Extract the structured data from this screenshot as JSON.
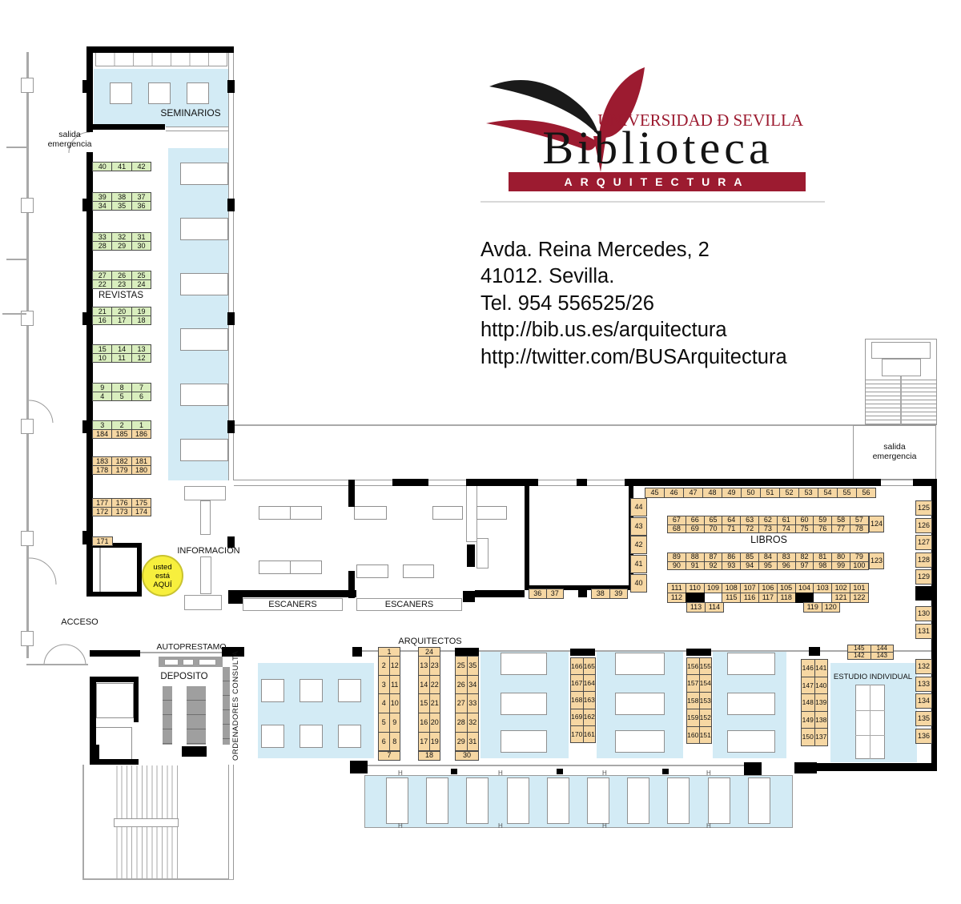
{
  "colors": {
    "green": "#d9eebe",
    "orange": "#f6d7a3",
    "blue": "#d3ebf5",
    "yellow": "#f7ef3d",
    "accent": "#9c1b30",
    "wall": "#000000"
  },
  "logo": {
    "university": "UNIVERSIDAD Ð SEVILLA",
    "library": "Biblioteca",
    "band": "ARQUITECTURA"
  },
  "address": [
    "Avda. Reina Mercedes, 2",
    "41012. Sevilla.",
    "Tel. 954 556525/26",
    "http://bib.us.es/arquitectura",
    "http://twitter.com/BUSArquitectura"
  ],
  "labels": {
    "seminarios": "SEMINARIOS",
    "salida_emergencia_left": "salida\nemergencia",
    "salida_emergencia_right": "salida\nemergencia",
    "revistas": "REVISTAS",
    "informacion": "INFORMACION",
    "you_are_here": "usted\nestá\nAQUÍ",
    "acceso": "ACCESO",
    "autoprestamo": "AUTOPRESTAMO",
    "deposito": "DEPOSITO",
    "ordenadores_consulta": "ORDENADORES CONSULTA",
    "escaners_left": "ESCANERS",
    "escaners_right": "ESCANERS",
    "arquitectos": "ARQUITECTOS",
    "libros": "LIBROS",
    "estudio_individual": "ESTUDIO INDIVIDUAL",
    "h_mark": "H"
  },
  "groups": [
    {
      "id": "rev40",
      "kind": "green",
      "rows": [
        [
          "40",
          "41",
          "42"
        ]
      ]
    },
    {
      "id": "rev39",
      "kind": "green",
      "rows": [
        [
          "39",
          "38",
          "37"
        ],
        [
          "34",
          "35",
          "36"
        ]
      ]
    },
    {
      "id": "rev33",
      "kind": "green",
      "rows": [
        [
          "33",
          "32",
          "31"
        ],
        [
          "28",
          "29",
          "30"
        ]
      ]
    },
    {
      "id": "rev27",
      "kind": "green",
      "rows": [
        [
          "27",
          "26",
          "25"
        ],
        [
          "22",
          "23",
          "24"
        ]
      ]
    },
    {
      "id": "rev21",
      "kind": "green",
      "rows": [
        [
          "21",
          "20",
          "19"
        ],
        [
          "16",
          "17",
          "18"
        ]
      ]
    },
    {
      "id": "rev15",
      "kind": "green",
      "rows": [
        [
          "15",
          "14",
          "13"
        ],
        [
          "10",
          "11",
          "12"
        ]
      ]
    },
    {
      "id": "rev9",
      "kind": "green",
      "rows": [
        [
          "9",
          "8",
          "7"
        ],
        [
          "4",
          "5",
          "6"
        ]
      ]
    },
    {
      "id": "rev3",
      "kind": "green",
      "rows": [
        [
          "3",
          "2",
          "1"
        ]
      ]
    },
    {
      "id": "mesa184",
      "kind": "orange",
      "rows": [
        [
          "184",
          "185",
          "186"
        ]
      ]
    },
    {
      "id": "mesa183",
      "kind": "orange",
      "rows": [
        [
          "183",
          "182",
          "181"
        ],
        [
          "178",
          "179",
          "180"
        ]
      ]
    },
    {
      "id": "mesa177",
      "kind": "orange",
      "rows": [
        [
          "177",
          "176",
          "175"
        ],
        [
          "172",
          "173",
          "174"
        ]
      ]
    },
    {
      "id": "mesa171",
      "kind": "orange",
      "rows": [
        [
          "171"
        ]
      ]
    },
    {
      "id": "patio36",
      "kind": "orange",
      "rows": [
        [
          "36",
          "37"
        ]
      ]
    },
    {
      "id": "patio38",
      "kind": "orange",
      "rows": [
        [
          "38",
          "39"
        ]
      ]
    },
    {
      "id": "lib45",
      "kind": "orange",
      "rows": [
        [
          "45",
          "46",
          "47",
          "48",
          "49",
          "50",
          "51",
          "52",
          "53",
          "54",
          "55",
          "56"
        ]
      ]
    },
    {
      "id": "lib44col",
      "kind": "orange",
      "rows": [
        [
          "44"
        ],
        [
          "43"
        ],
        [
          "42"
        ],
        [
          "41"
        ],
        [
          "40"
        ]
      ]
    },
    {
      "id": "lib67",
      "kind": "orange",
      "rows": [
        [
          "67",
          "66",
          "65",
          "64",
          "63",
          "62",
          "61",
          "60",
          "59",
          "58",
          "57"
        ],
        [
          "68",
          "69",
          "70",
          "71",
          "72",
          "73",
          "74",
          "75",
          "76",
          "77",
          "78"
        ]
      ]
    },
    {
      "id": "lib124",
      "kind": "orange",
      "rows": [
        [
          "124"
        ]
      ]
    },
    {
      "id": "lib89",
      "kind": "orange",
      "rows": [
        [
          "89",
          "88",
          "87",
          "86",
          "85",
          "84",
          "83",
          "82",
          "81",
          "80",
          "79"
        ],
        [
          "90",
          "91",
          "92",
          "93",
          "94",
          "95",
          "96",
          "97",
          "98",
          "99",
          "100"
        ]
      ]
    },
    {
      "id": "lib123",
      "kind": "orange",
      "rows": [
        [
          "123"
        ]
      ]
    },
    {
      "id": "lib111",
      "kind": "orange",
      "rows": [
        [
          "111",
          "110",
          "109",
          "108",
          "107",
          "106",
          "105",
          "104",
          "103",
          "102",
          "101"
        ],
        [
          "112",
          "■",
          "",
          "115",
          "116",
          "117",
          "118",
          "■",
          "",
          "121",
          "122"
        ]
      ]
    },
    {
      "id": "lib113",
      "kind": "orange",
      "rows": [
        [
          "113",
          "114"
        ]
      ]
    },
    {
      "id": "lib119",
      "kind": "orange",
      "rows": [
        [
          "119",
          "120"
        ]
      ]
    },
    {
      "id": "wall125",
      "kind": "orange",
      "rows": [
        [
          "125"
        ],
        [
          "126"
        ],
        [
          "127"
        ],
        [
          "128"
        ],
        [
          "129"
        ]
      ]
    },
    {
      "id": "wall130",
      "kind": "orange",
      "rows": [
        [
          "130"
        ],
        [
          "131"
        ]
      ]
    },
    {
      "id": "wall132",
      "kind": "orange",
      "rows": [
        [
          "132"
        ],
        [
          "133"
        ],
        [
          "134"
        ],
        [
          "135"
        ],
        [
          "136"
        ]
      ]
    },
    {
      "id": "arq1top",
      "kind": "orange",
      "rows": [
        [
          "1"
        ]
      ]
    },
    {
      "id": "arq1",
      "kind": "orange",
      "rows": [
        [
          "2",
          "12"
        ],
        [
          "3",
          "11"
        ],
        [
          "4",
          "10"
        ],
        [
          "5",
          "9"
        ],
        [
          "6",
          "8"
        ]
      ]
    },
    {
      "id": "arq1bot",
      "kind": "orange",
      "rows": [
        [
          "7"
        ]
      ]
    },
    {
      "id": "arq2top",
      "kind": "orange",
      "rows": [
        [
          "24"
        ]
      ]
    },
    {
      "id": "arq2",
      "kind": "orange",
      "rows": [
        [
          "13",
          "23"
        ],
        [
          "14",
          "22"
        ],
        [
          "15",
          "21"
        ],
        [
          "16",
          "20"
        ],
        [
          "17",
          "19"
        ]
      ]
    },
    {
      "id": "arq2bot",
      "kind": "orange",
      "rows": [
        [
          "18"
        ]
      ]
    },
    {
      "id": "arq3top",
      "kind": "orange",
      "rows": [
        [
          "■"
        ]
      ]
    },
    {
      "id": "arq3",
      "kind": "orange",
      "rows": [
        [
          "25",
          "35"
        ],
        [
          "26",
          "34"
        ],
        [
          "27",
          "33"
        ],
        [
          "28",
          "32"
        ],
        [
          "29",
          "31"
        ]
      ]
    },
    {
      "id": "arq3bot",
      "kind": "orange",
      "rows": [
        [
          "30"
        ]
      ]
    },
    {
      "id": "est166",
      "kind": "orange",
      "rows": [
        [
          "166",
          "165"
        ],
        [
          "167",
          "164"
        ],
        [
          "168",
          "163"
        ],
        [
          "169",
          "162"
        ],
        [
          "170",
          "161"
        ]
      ]
    },
    {
      "id": "est156",
      "kind": "orange",
      "rows": [
        [
          "156",
          "155"
        ],
        [
          "157",
          "154"
        ],
        [
          "158",
          "153"
        ],
        [
          "159",
          "152"
        ],
        [
          "160",
          "151"
        ]
      ]
    },
    {
      "id": "est146",
      "kind": "orange",
      "rows": [
        [
          "146",
          "141"
        ],
        [
          "147",
          "140"
        ],
        [
          "148",
          "139"
        ],
        [
          "149",
          "138"
        ],
        [
          "150",
          "137"
        ]
      ]
    },
    {
      "id": "blk145",
      "kind": "orange",
      "rows": [
        [
          "145",
          "144"
        ],
        [
          "142",
          "143"
        ]
      ]
    }
  ]
}
